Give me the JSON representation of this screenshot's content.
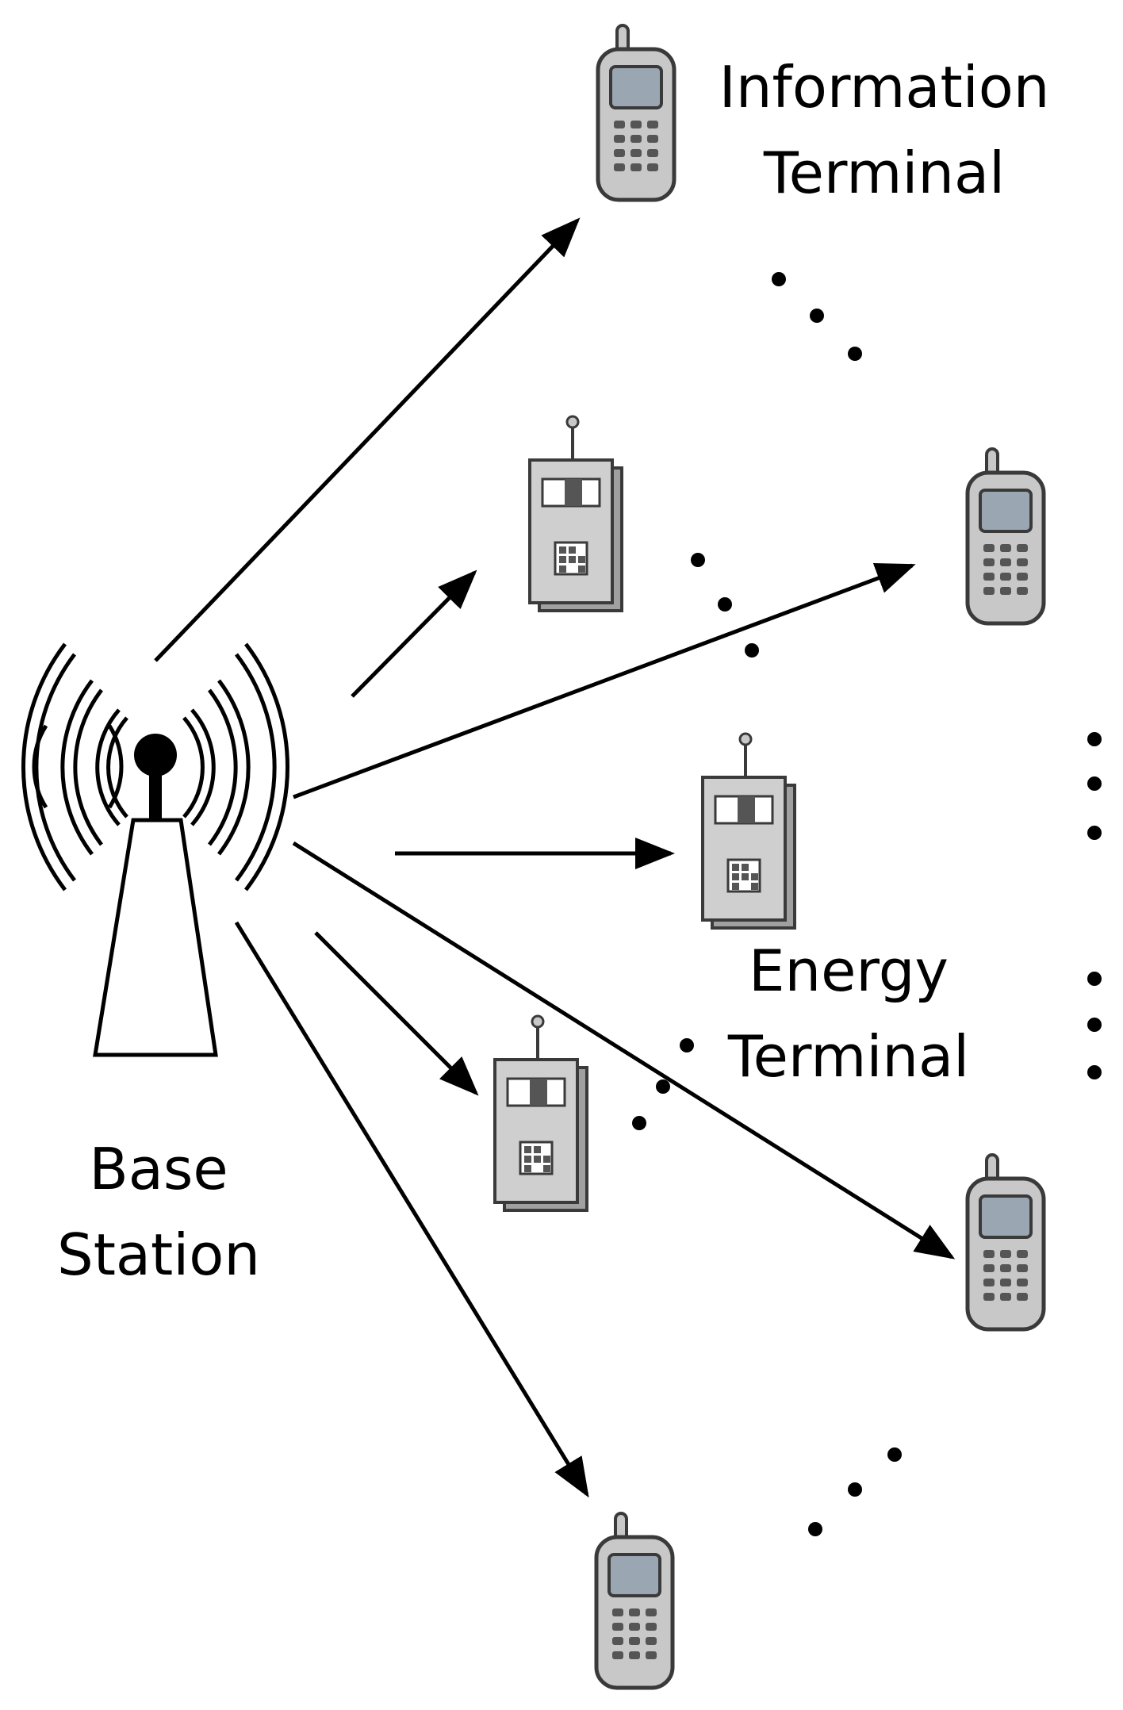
{
  "labels": {
    "information_terminal": [
      "Information",
      "Terminal"
    ],
    "energy_terminal": [
      "Energy",
      "Terminal"
    ],
    "base_station": [
      "Base",
      "Station"
    ]
  },
  "colors": {
    "stroke": "#000000",
    "device_body": "#c8c8c8",
    "device_outline": "#3a3a3a",
    "screen": "#9aa6b2",
    "background": "#ffffff"
  },
  "icons": {
    "base_station": "radio-tower-icon",
    "information_terminal": "mobile-phone-icon",
    "energy_terminal": "energy-receiver-icon"
  }
}
